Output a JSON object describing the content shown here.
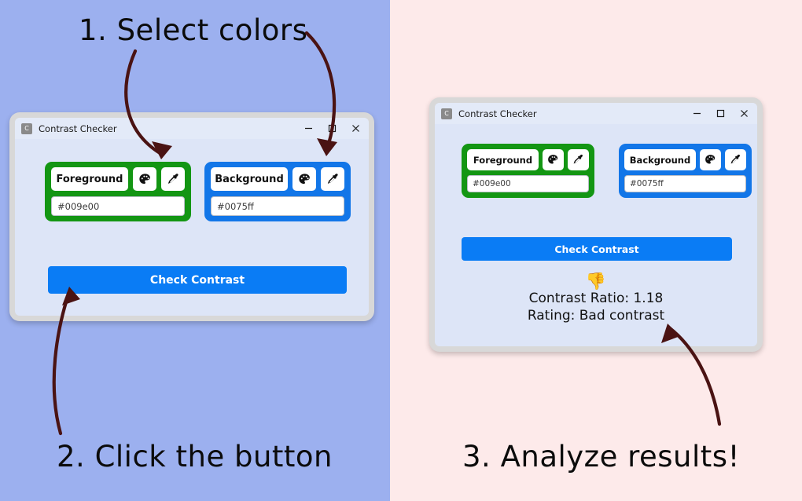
{
  "tutorial": {
    "step1": "1. Select colors",
    "step2": "2. Click the button",
    "step3": "3. Analyze results!"
  },
  "colors": {
    "left_panel_bg": "#9cb0ef",
    "right_panel_bg": "#fdeaea",
    "arrow": "#4a1313",
    "foreground_card": "#139613",
    "background_card": "#1276e8",
    "check_button": "#0a7cf5",
    "window_body": "#dde5f7",
    "title_bar": "#e3eaf8",
    "window_frame": "#d8d8d8"
  },
  "window_before": {
    "app_icon_letter": "C",
    "title": "Contrast Checker",
    "controls": {
      "minimize": "minimize-icon",
      "maximize": "maximize-icon",
      "close": "close-icon"
    },
    "foreground": {
      "label": "Foreground",
      "palette_icon": "palette-icon",
      "eyedropper_icon": "eyedropper-icon",
      "hex_value": "#009e00"
    },
    "background": {
      "label": "Background",
      "palette_icon": "palette-icon",
      "eyedropper_icon": "eyedropper-icon",
      "hex_value": "#0075ff"
    },
    "check_button_label": "Check Contrast"
  },
  "window_after": {
    "app_icon_letter": "C",
    "title": "Contrast Checker",
    "controls": {
      "minimize": "minimize-icon",
      "maximize": "maximize-icon",
      "close": "close-icon"
    },
    "foreground": {
      "label": "Foreground",
      "palette_icon": "palette-icon",
      "eyedropper_icon": "eyedropper-icon",
      "hex_value": "#009e00"
    },
    "background": {
      "label": "Background",
      "palette_icon": "palette-icon",
      "eyedropper_icon": "eyedropper-icon",
      "hex_value": "#0075ff"
    },
    "check_button_label": "Check Contrast",
    "result": {
      "verdict_icon": "thumbs-down-icon",
      "verdict_emoji": "👎",
      "ratio_line": "Contrast Ratio: 1.18",
      "rating_line": "Rating: Bad contrast"
    }
  }
}
